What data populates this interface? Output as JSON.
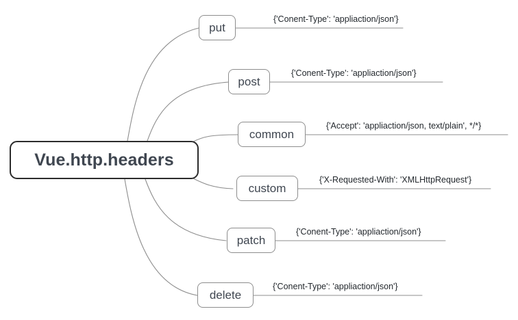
{
  "diagram": {
    "type": "mind-map",
    "title": "Vue.http.headers",
    "background_color": "#ffffff",
    "root_border_color": "#2b2b2b",
    "branch_border_color": "#8d8d8d",
    "connector_color": "#8d8d8d",
    "text_color": "#3f4650",
    "label_text_color": "#23282d"
  },
  "root": {
    "label": "Vue.http.headers"
  },
  "branches": [
    {
      "id": "put",
      "label": "put",
      "value": "{'Conent-Type': 'appliaction/json'}"
    },
    {
      "id": "post",
      "label": "post",
      "value": "{'Conent-Type': 'appliaction/json'}"
    },
    {
      "id": "common",
      "label": "common",
      "value": "{'Accept': 'appliaction/json, text/plain', */*}"
    },
    {
      "id": "custom",
      "label": "custom",
      "value": "{'X-Requested-With': 'XMLHttpRequest'}"
    },
    {
      "id": "patch",
      "label": "patch",
      "value": "{'Conent-Type': 'appliaction/json'}"
    },
    {
      "id": "delete",
      "label": "delete",
      "value": "{'Conent-Type': 'appliaction/json'}"
    }
  ]
}
